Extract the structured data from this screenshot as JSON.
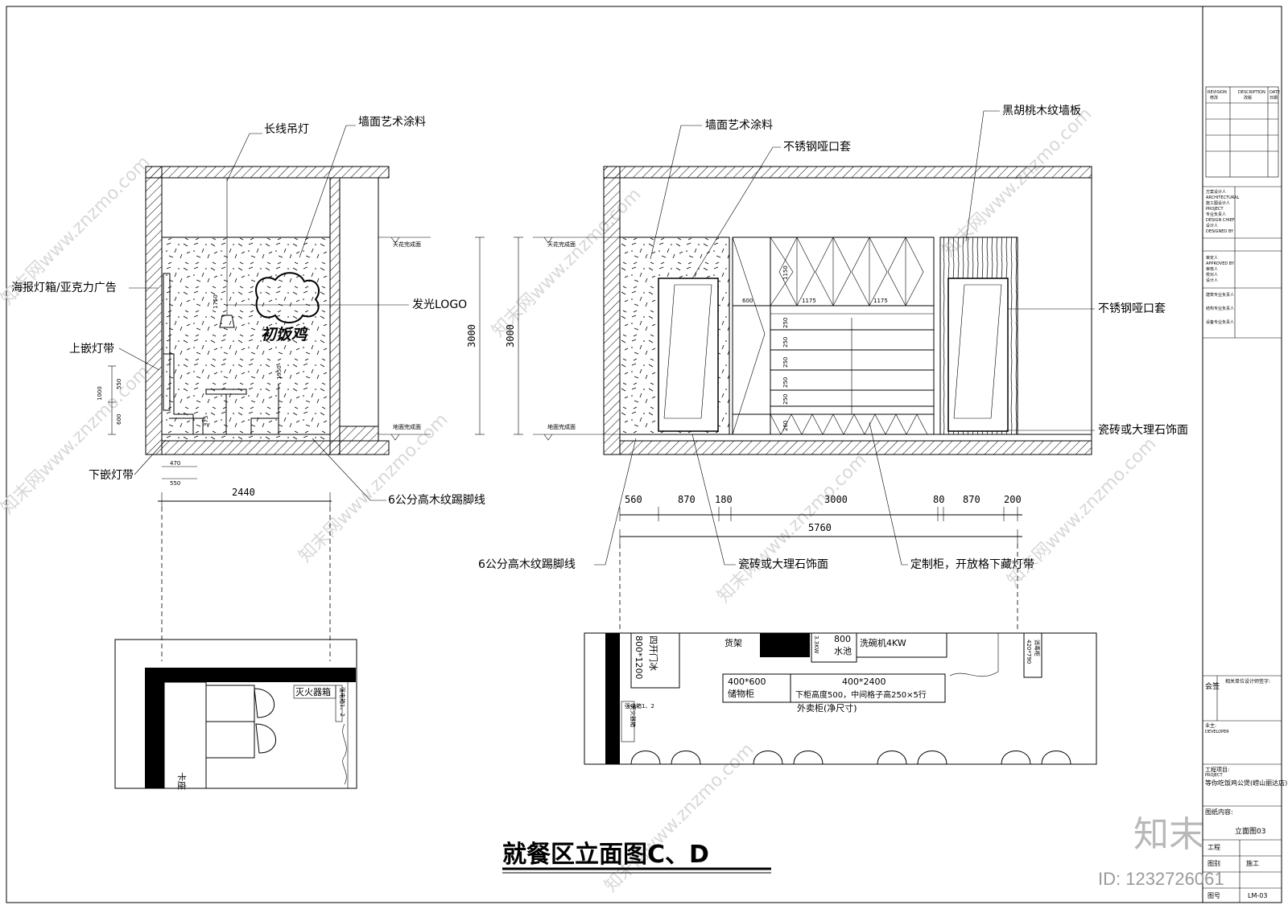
{
  "title": "就餐区立面图C、D",
  "elevation_c": {
    "labels": {
      "pendant_light": "长线吊灯",
      "wall_paint": "墙面艺术涂料",
      "poster_box": "海报灯箱/亚克力广告",
      "upper_light_strip": "上嵌灯带",
      "glowing_logo": "发光LOGO",
      "lower_light_strip": "下嵌灯带",
      "skirting": "6公分高木纹踢脚线"
    },
    "logo_text": "初饭鸡",
    "dims": {
      "width": "2440",
      "left_small": [
        "470",
        "550"
      ],
      "heights": [
        "550",
        "1000",
        "600"
      ],
      "inner": [
        "1750",
        "1950",
        "375"
      ]
    }
  },
  "elevation_d": {
    "labels": {
      "wall_paint": "墙面艺术涂料",
      "ss_frame_top": "不锈钢哑口套",
      "walnut_panel": "黑胡桃木纹墙板",
      "ss_frame_right": "不锈钢哑口套",
      "tile_right": "瓷砖或大理石饰面",
      "skirting": "6公分高木纹踢脚线",
      "tile_bottom": "瓷砖或大理石饰面",
      "cabinet": "定制柜，开放格下藏灯带"
    },
    "dims": {
      "segments": [
        "560",
        "870",
        "180",
        "3000",
        "80",
        "870",
        "200"
      ],
      "total": "5760",
      "cab_inner": [
        "1150",
        "600",
        "1175",
        "1175",
        "250",
        "250",
        "250",
        "250",
        "250",
        "260"
      ]
    }
  },
  "heights": {
    "left": "3000",
    "right": "3000",
    "ceiling_mark": "天花完成面",
    "floor_mark": "地面完成面"
  },
  "plan_c": {
    "labels": {
      "extinguisher": "灭火器箱",
      "booth": "卡座",
      "elec_box": "强电箱1、2"
    }
  },
  "plan_d": {
    "labels": {
      "fridge_size": "800*1200",
      "fridge": "四开门冰",
      "shelf": "货架",
      "sink_size": "800",
      "sink": "水池",
      "sink_power": "3.3KW",
      "dishwasher": "洗碗机4KW",
      "disinfect_size": "420*790",
      "disinfect": "消毒柜",
      "storage_size": "400*600",
      "storage": "储物柜",
      "counter_size": "400*2400",
      "counter_note": "下柜高度500，中间格子高250×5行",
      "takeout": "外卖柜(净尺寸)",
      "extinguisher": "灭火器箱",
      "elec_box": "强电箱1、2"
    }
  },
  "title_block": {
    "rev": [
      "REVISION",
      "修改",
      "DESCRIPTION",
      "改版",
      "DATE",
      "日期"
    ],
    "roles": [
      "方案设计人",
      "ARCHITECTURAL",
      "施工图设计人",
      "PROJECT",
      "专业负责人",
      "DESIGN CHIEF",
      "设计人",
      "DESIGNED BY",
      "审定人",
      "APPROVED BY",
      "审核人",
      "校对人",
      "设计人",
      "建筑专业负责人",
      "结构专业负责人",
      "设备专业负责人"
    ],
    "sign_note": "相关单位设计师签字:",
    "sign": "会签",
    "owner_label": "业主:",
    "owner_en": "DEVELOPER",
    "project_label": "工程项目:",
    "project_en": "PROJECT",
    "project_name": "等你吃饭鸡公煲(崂山丽达店)",
    "content_label": "图纸内容:",
    "content": "立面图03",
    "project_short": "工程",
    "sheet_label": "图别",
    "sheet_type": "施工",
    "number_label": "图号",
    "number": "LM-03"
  },
  "watermark": {
    "text": "知末网www.znzmo.com",
    "brand": "知末",
    "id": "ID: 1232726061"
  }
}
